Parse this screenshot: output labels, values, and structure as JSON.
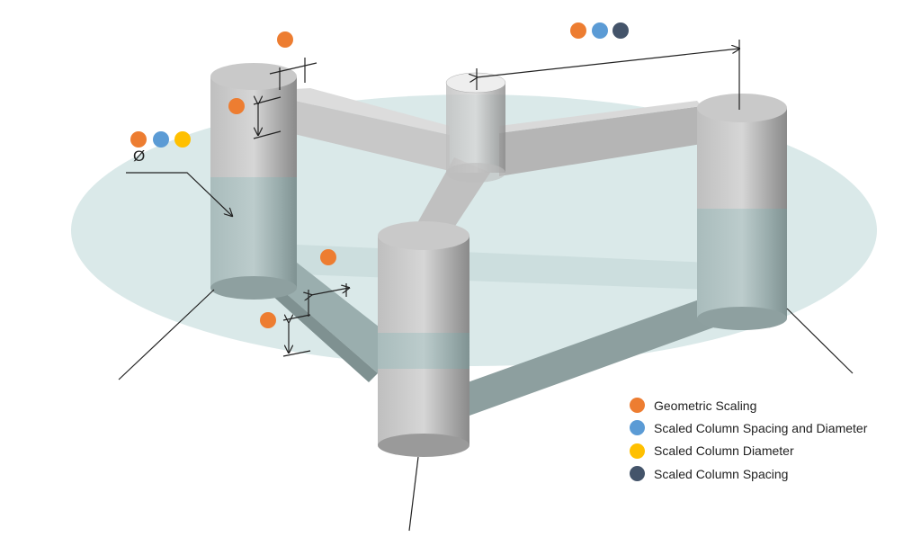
{
  "colors": {
    "geometric": "#ed7d31",
    "spacing_diameter": "#5b9bd5",
    "diameter": "#ffc000",
    "spacing": "#44546a",
    "water": "#d4e5e5"
  },
  "diameter_symbol": "Ø",
  "legend": [
    {
      "label": "Geometric Scaling",
      "color": "#ed7d31"
    },
    {
      "label": "Scaled Column Spacing and Diameter",
      "color": "#5b9bd5"
    },
    {
      "label": "Scaled Column Diameter",
      "color": "#ffc000"
    },
    {
      "label": "Scaled Column Spacing",
      "color": "#44546a"
    }
  ]
}
